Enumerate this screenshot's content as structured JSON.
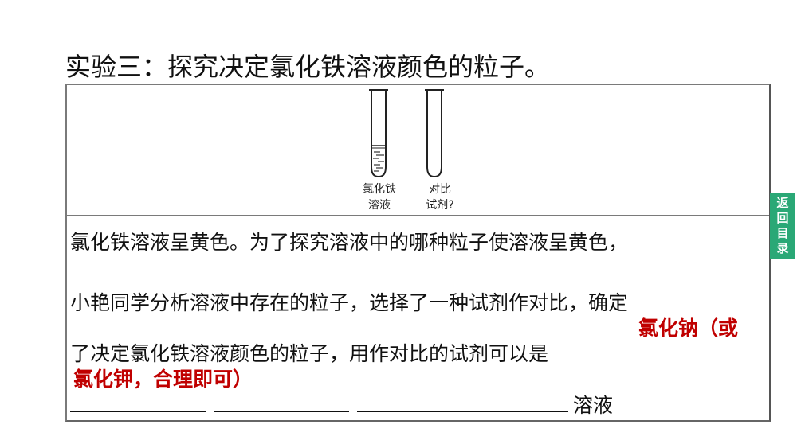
{
  "title": "实验三：探究决定氯化铁溶液颜色的粒子。",
  "figure": {
    "tubes": [
      {
        "name": "ferric-chloride-tube",
        "filled": true,
        "label_line1": "氯化铁",
        "label_line2": "溶液"
      },
      {
        "name": "contrast-reagent-tube",
        "filled": false,
        "label_line1": "对比",
        "label_line2": "试剂?"
      }
    ]
  },
  "question": {
    "line1": "氯化铁溶液呈黄色。为了探究溶液中的哪种粒子使溶液呈黄色，",
    "line2": "小艳同学分析溶液中存在的粒子，选择了一种试剂作对比，确定",
    "line3": "了决定氯化铁溶液颜色的粒子，用作对比的试剂可以是",
    "line4_suffix": "溶液"
  },
  "answer": {
    "part1": "氯化钠（或",
    "part2": "氯化钾，合理即可）",
    "color": "#c00000"
  },
  "nav": {
    "return_chars": [
      "返",
      "回",
      "目",
      "录"
    ],
    "color": "#2aa876"
  }
}
